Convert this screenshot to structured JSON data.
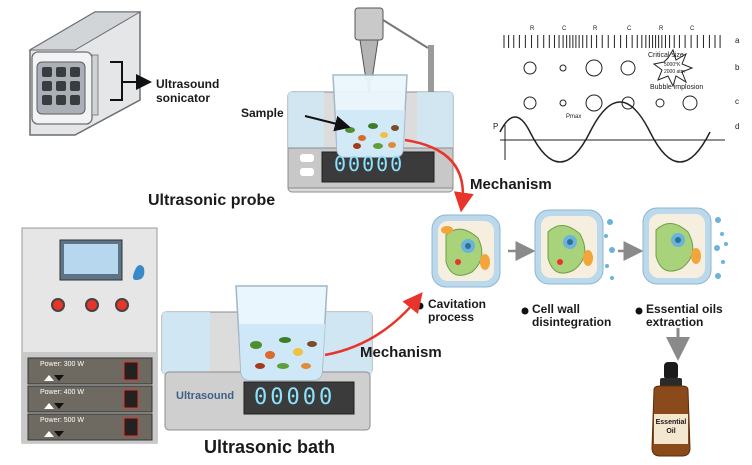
{
  "sonicator": {
    "label": "Ultrasound sonicator"
  },
  "probe": {
    "title": "Ultrasonic probe",
    "sample_label": "Sample",
    "display": "00000",
    "mechanism_label": "Mechanism"
  },
  "graph": {
    "top_markers": [
      "R",
      "C",
      "R",
      "C",
      "R",
      "C"
    ],
    "row_labels": [
      "a",
      "b",
      "c",
      "d"
    ],
    "critical_label": "Critical size",
    "star_line1": "5000°K",
    "star_line2": "2000 atm",
    "implosion_label": "Bubble implosion",
    "pressure_axis": "P",
    "pmax_label": "Pmax"
  },
  "process": {
    "steps": [
      {
        "label1": "Cavitation",
        "label2": "process"
      },
      {
        "label1": "Cell wall",
        "label2": "disintegration"
      },
      {
        "label1": "Essential oils",
        "label2": "extraction"
      }
    ]
  },
  "bottle": {
    "line1": "Essential",
    "line2": "Oil"
  },
  "bath": {
    "title": "Ultrasonic bath",
    "brand": "Ultrasound",
    "display": "00000",
    "mechanism_label": "Mechanism"
  },
  "cabinet": {
    "power_rows": [
      "Power: 300 W",
      "Power: 400 W",
      "Power: 500 W"
    ]
  },
  "colors": {
    "accent_red": "#e8342b",
    "water_blue": "#cfe8f7",
    "machine_gray": "#dcdcdc",
    "cell_green": "#a8d37a",
    "display_dark": "#333333"
  }
}
